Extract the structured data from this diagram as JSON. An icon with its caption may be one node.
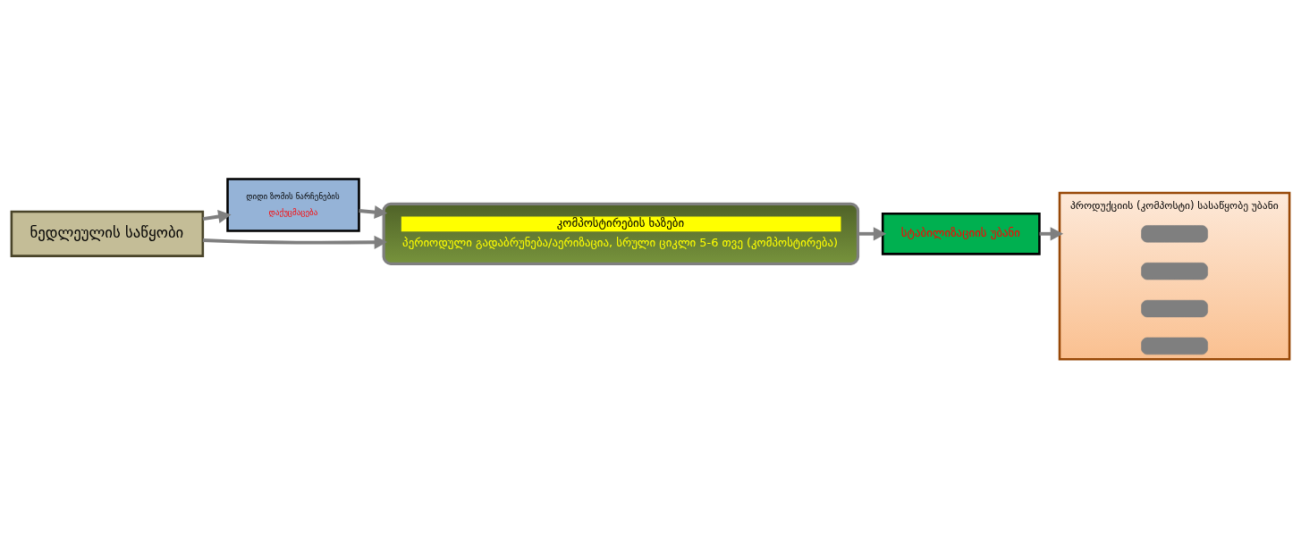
{
  "diagram": {
    "nodes": [
      {
        "text": [
          "ნედლეულის საწყობი"
        ]
      },
      {
        "text": [
          "დიდი ზომის ნარჩენების",
          "დაქუცმაცება"
        ]
      },
      {
        "text": [
          "კომპოსტირების ხაზები",
          "პერიოდული გადაბრუნება/აერიზაცია, სრული ციკლი 5-6 თვე (კომპოსტირება)"
        ]
      },
      {
        "text": [
          "სტაბილიზაციის უბანი"
        ]
      },
      {
        "text": [
          "პროდუქციის (კომპოსტი) სასაწყობე უბანი"
        ]
      },
      {
        "text": [],
        "shape": "bar",
        "in": 4
      },
      {
        "text": [],
        "shape": "bar",
        "in": 4
      },
      {
        "text": [],
        "shape": "bar",
        "in": 4
      },
      {
        "text": [],
        "shape": "bar",
        "in": 4
      }
    ],
    "edges": [
      {
        "from": 0,
        "to": 1,
        "arrow": "to"
      },
      {
        "from": 1,
        "to": 2,
        "arrow": "to"
      },
      {
        "from": 0,
        "to": 2,
        "arrow": "to"
      },
      {
        "from": 2,
        "to": 3,
        "arrow": "to"
      },
      {
        "from": 3,
        "to": 4,
        "arrow": "to"
      }
    ]
  }
}
